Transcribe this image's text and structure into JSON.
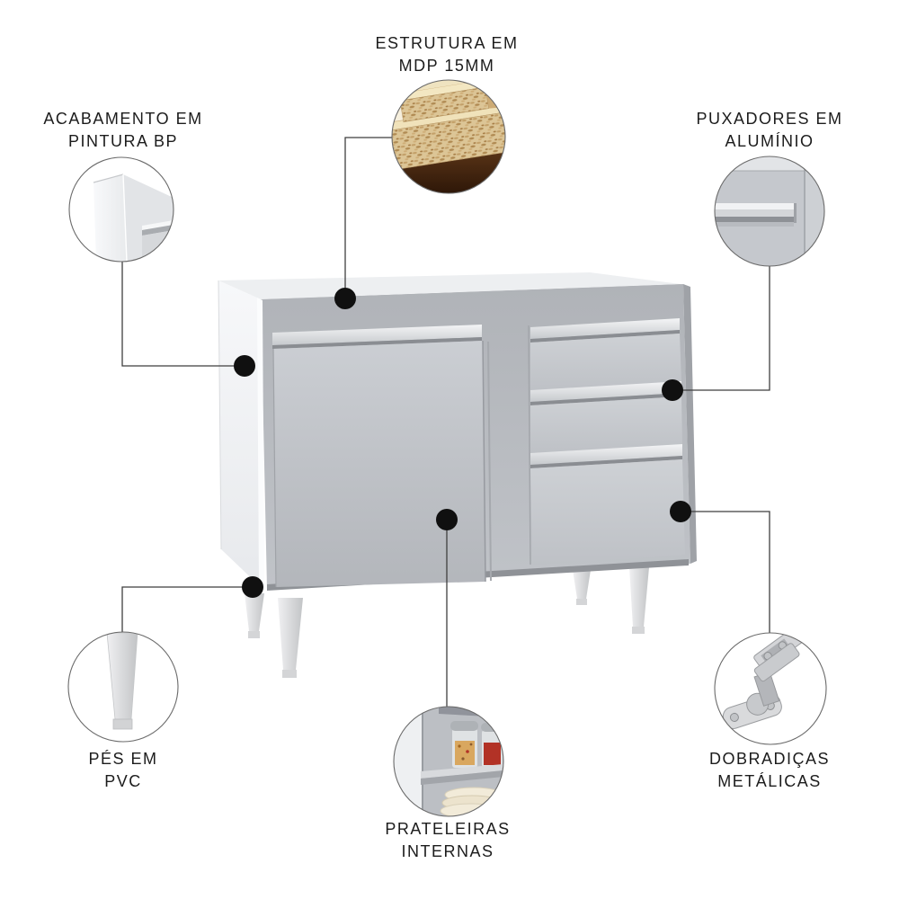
{
  "page": {
    "background": "#ffffff"
  },
  "callouts": [
    {
      "id": "estrutura-mdp",
      "line1": "ESTRUTURA EM",
      "line2": "MDP 15MM",
      "icon": "mdp-chipboard-photo"
    },
    {
      "id": "acabamento-bp",
      "line1": "ACABAMENTO EM",
      "line2": "PINTURA BP",
      "icon": "painted-panel-corner-photo"
    },
    {
      "id": "puxadores-aluminio",
      "line1": "PUXADORES EM",
      "line2": "ALUMÍNIO",
      "icon": "aluminum-handle-photo"
    },
    {
      "id": "pes-pvc",
      "line1": "PÉS EM",
      "line2": "PVC",
      "icon": "pvc-leg-photo"
    },
    {
      "id": "prateleiras-internas",
      "line1": "PRATELEIRAS",
      "line2": "INTERNAS",
      "icon": "internal-shelf-photo"
    },
    {
      "id": "dobradicas-metalicas",
      "line1": "DOBRADIÇAS",
      "line2": "METÁLICAS",
      "icon": "metal-hinge-photo"
    }
  ],
  "colors": {
    "text": "#1c1c1c",
    "connector_line": "#3f3f3f",
    "marker_dot": "#101010",
    "circle_border": "#6a6a6a",
    "cabinet_body": "#b7babf",
    "cabinet_front": "#c6c9ce",
    "cabinet_side_panel": "#f4f5f7",
    "handle_strip": "#eceef0",
    "background": "#ffffff"
  }
}
